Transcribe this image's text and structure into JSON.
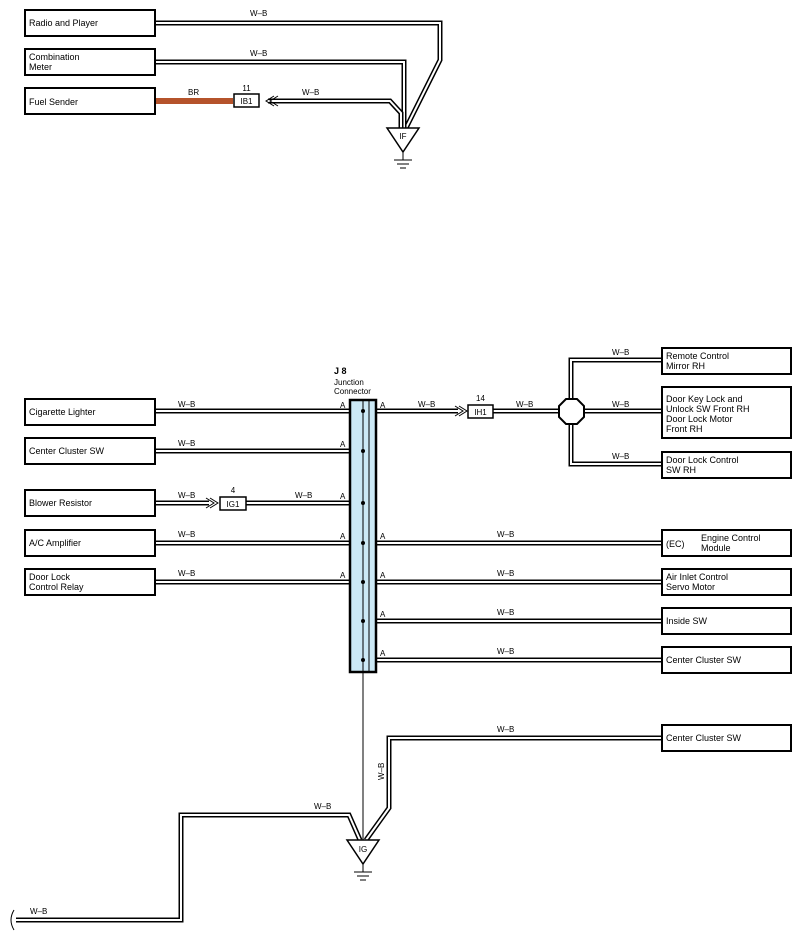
{
  "top_components": {
    "radio_player": "Radio and Player",
    "combination_meter": [
      "Combination",
      "Meter"
    ],
    "fuel_sender": "Fuel Sender"
  },
  "left_components": {
    "cigarette_lighter": "Cigarette Lighter",
    "center_cluster_sw": "Center Cluster SW",
    "blower_resistor": "Blower Resistor",
    "ac_amplifier": "A/C Amplifier",
    "door_lock_relay": [
      "Door Lock",
      "Control Relay"
    ]
  },
  "right_components": {
    "remote_mirror": [
      "Remote Control",
      "Mirror RH"
    ],
    "door_key_lock": [
      "Door Key Lock and",
      "Unlock SW Front RH",
      "Door Lock Motor",
      "Front RH"
    ],
    "door_lock_sw": [
      "Door Lock Control",
      "SW RH"
    ],
    "ecm_tag": "(EC)",
    "ecm": [
      "Engine Control",
      "Module"
    ],
    "air_inlet": [
      "Air Inlet Control",
      "Servo Motor"
    ],
    "inside_sw": "Inside SW",
    "center_cluster_1": "Center Cluster SW",
    "center_cluster_2": "Center Cluster SW"
  },
  "junction": {
    "id": "J 8",
    "desc": [
      "Junction",
      "Connector"
    ],
    "pin": "A"
  },
  "connectors": {
    "ib1": {
      "code": "IB1",
      "pin": "11"
    },
    "ih1": {
      "code": "IH1",
      "pin": "14"
    },
    "ig1": {
      "code": "IG1",
      "pin": "4"
    }
  },
  "grounds": {
    "if": "IF",
    "ig": "IG"
  },
  "wire_labels": {
    "wb": "W–B",
    "br": "BR"
  },
  "colors": {
    "br_wire": "#b5532b",
    "junction_fill": "#cce9f6"
  }
}
